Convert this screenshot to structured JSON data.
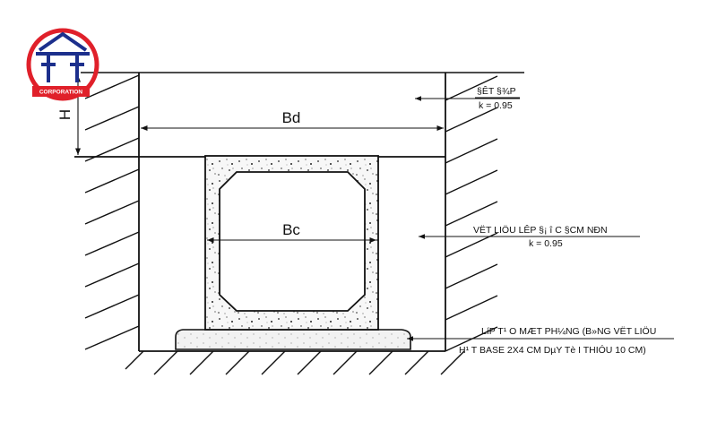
{
  "logo": {
    "text": "CORPORATION",
    "ring_color": "#e0202a",
    "mark_color": "#1c2f8c"
  },
  "dimensions": {
    "height": "H",
    "trench_width": "Bd",
    "culvert_width": "Bc"
  },
  "notes": {
    "backfill_top": {
      "line1": "§ÊT §¾P",
      "line2": "k = 0.95"
    },
    "backfill_side": {
      "line1": "VËT LIÖU LÊP §¡ î C §CM NÐN",
      "line2": "k = 0.95"
    },
    "bedding": {
      "line1": "LíP T¹ O MÆT PH¼NG (B»NG VËT LIÖU",
      "line2": "H¹ T BASE 2X4 CM DµY Tè I THIÓU 10 CM)"
    }
  },
  "colors": {
    "line": "#111111",
    "fill": "#ffffff",
    "concrete": "#f2f2f2"
  }
}
